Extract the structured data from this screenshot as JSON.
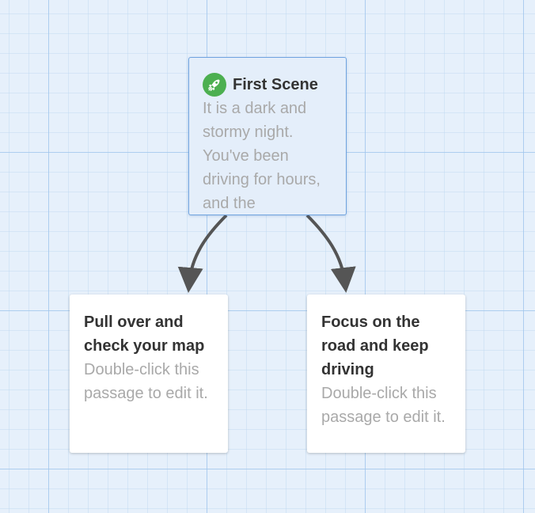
{
  "story": {
    "passages": [
      {
        "title": "First Scene",
        "excerpt": "It is a dark and stormy night. You've been driving for hours, and the",
        "is_start": true,
        "icon": "rocket-icon",
        "start_badge_color": "#4caf50"
      },
      {
        "title": "Pull over and check your map",
        "excerpt": "Double-click this passage to edit it.",
        "is_start": false
      },
      {
        "title": "Focus on the road and keep driving",
        "excerpt": "Double-click this passage to edit it.",
        "is_start": false
      }
    ],
    "links": [
      {
        "from": "First Scene",
        "to": "Pull over and check your map"
      },
      {
        "from": "First Scene",
        "to": "Focus on the road and keep driving"
      }
    ]
  },
  "colors": {
    "grid_background": "#e6f0fb",
    "selected_card": "#e4eefa",
    "selected_border": "#6fa3df",
    "link_arrow": "#555555"
  }
}
